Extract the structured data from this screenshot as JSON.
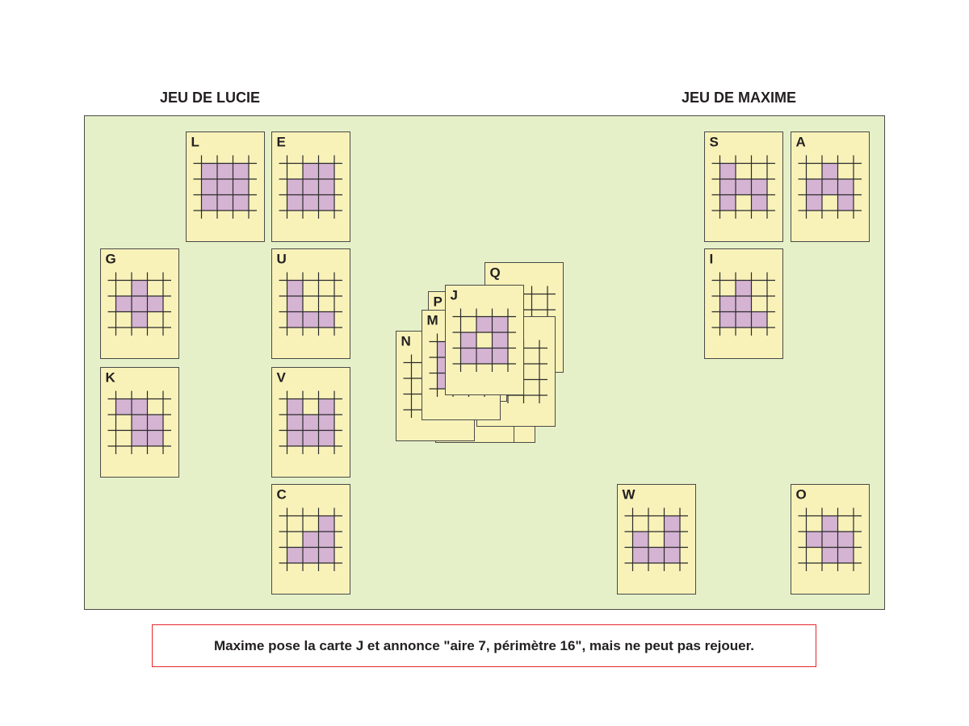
{
  "players": {
    "lucie": {
      "title": "JEU DE LUCIE"
    },
    "maxime": {
      "title": "JEU DE MAXIME"
    }
  },
  "message": "Maxime pose la carte J et annonce \"aire 7, périmètre 16\", mais ne peut pas rejouer.",
  "colors": {
    "board": "#e5f0c9",
    "card": "#f8f2b9",
    "cell": "#d5b3d3",
    "border": "#4a4a46",
    "message_border": "#e8262b"
  },
  "cards": {
    "lucie": [
      {
        "letter": "L",
        "shape": [
          "111",
          "111",
          "111"
        ]
      },
      {
        "letter": "E",
        "shape": [
          "011",
          "111",
          "111"
        ]
      },
      {
        "letter": "G",
        "shape": [
          "010",
          "111",
          "010"
        ]
      },
      {
        "letter": "U",
        "shape": [
          "100",
          "100",
          "111"
        ]
      },
      {
        "letter": "K",
        "shape": [
          "110",
          "011",
          "011"
        ]
      },
      {
        "letter": "V",
        "shape": [
          "101",
          "111",
          "111"
        ]
      },
      {
        "letter": "C",
        "shape": [
          "001",
          "011",
          "111"
        ]
      }
    ],
    "maxime": [
      {
        "letter": "S",
        "shape": [
          "100",
          "111",
          "101"
        ]
      },
      {
        "letter": "A",
        "shape": [
          "010",
          "111",
          "101"
        ]
      },
      {
        "letter": "I",
        "shape": [
          "010",
          "110",
          "111"
        ]
      },
      {
        "letter": "W",
        "shape": [
          "001",
          "101",
          "111"
        ]
      },
      {
        "letter": "O",
        "shape": [
          "010",
          "111",
          "011"
        ]
      }
    ],
    "pile": [
      {
        "letter": "",
        "shape": [
          "000",
          "000",
          "000"
        ]
      },
      {
        "letter": "",
        "shape": [
          "000",
          "000",
          "000"
        ]
      },
      {
        "letter": "Q",
        "shape": [
          "000",
          "000",
          "000"
        ]
      },
      {
        "letter": "",
        "shape": [
          "000",
          "000",
          "000"
        ]
      },
      {
        "letter": "N",
        "shape": [
          "000",
          "000",
          "000"
        ]
      },
      {
        "letter": "P",
        "shape": [
          "000",
          "000",
          "000"
        ]
      },
      {
        "letter": "M",
        "shape": [
          "100",
          "100",
          "100"
        ]
      },
      {
        "letter": "J",
        "shape": [
          "011",
          "101",
          "111"
        ]
      }
    ]
  }
}
